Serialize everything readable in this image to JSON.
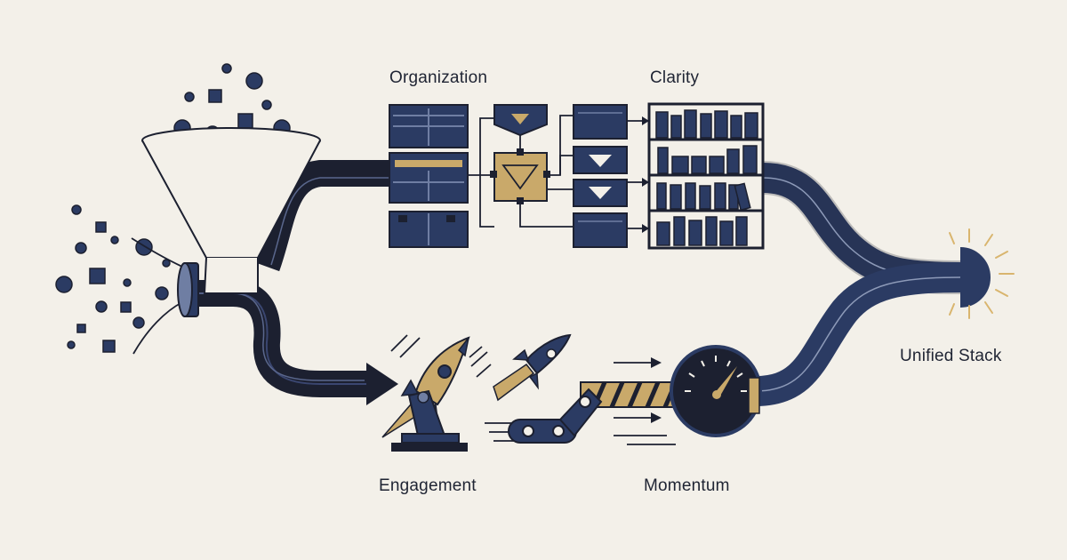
{
  "labels": {
    "organization": "Organization",
    "clarity": "Clarity",
    "unified_stack": "Unified Stack",
    "engagement": "Engagement",
    "momentum": "Momentum"
  },
  "colors": {
    "background": "#f3f0e9",
    "navy": "#2b3b63",
    "dark": "#1c2030",
    "gold": "#c9a96a",
    "glow": "#d9b56e"
  },
  "icons": [
    "funnel-icon",
    "pipe-icon",
    "grid-board-icon",
    "flow-node-icon",
    "bookshelf-icon",
    "rocket-icon",
    "conveyor-icon",
    "speedometer-icon",
    "glow-icon"
  ]
}
